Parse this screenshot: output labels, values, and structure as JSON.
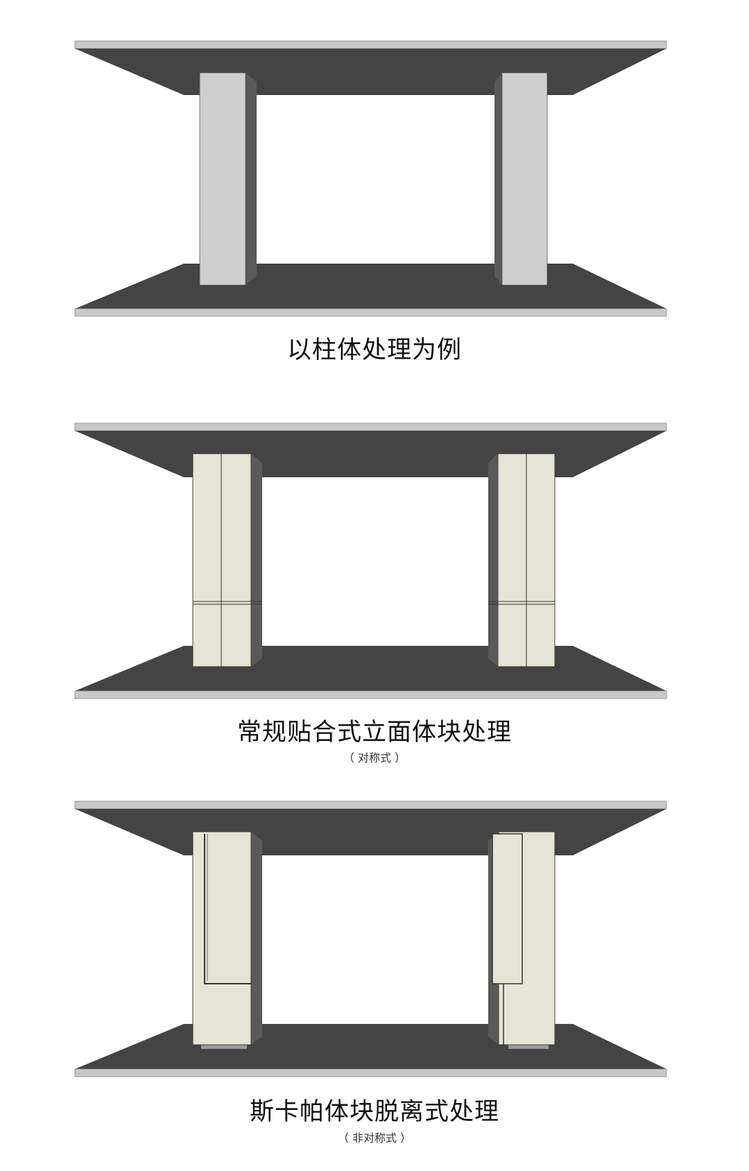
{
  "colors": {
    "slab_dark": "#444444",
    "slab_edge": "#c8c8c8",
    "column_plain": "#cfcfcf",
    "column_clad": "#e6e4d4",
    "column_side": "#5a5a58"
  },
  "panels": [
    {
      "title": "以柱体处理为例",
      "subtitle": null
    },
    {
      "title": "常规贴合式立面体块处理",
      "subtitle": "（ 对称式 ）"
    },
    {
      "title": "斯卡帕体块脱离式处理",
      "subtitle": "（ 非对称式 ）"
    }
  ]
}
